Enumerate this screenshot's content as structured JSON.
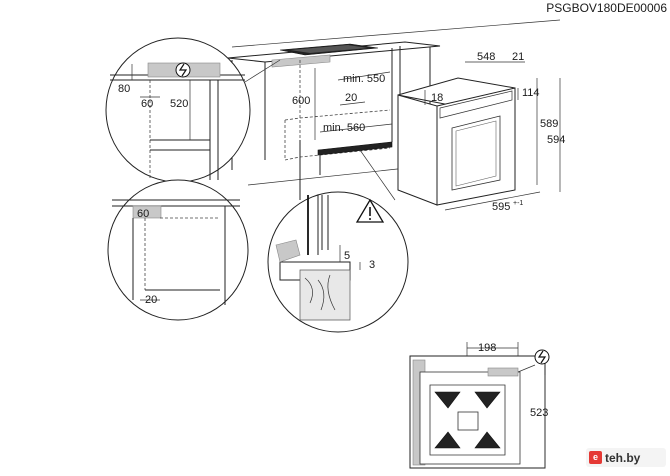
{
  "model_code": "PSGBOV180DE00006",
  "dimensions": {
    "d80": "80",
    "d60a": "60",
    "d520": "520",
    "d600": "600",
    "min550": "min. 550",
    "d20a": "20",
    "min560": "min. 560",
    "d548": "548",
    "d21": "21",
    "d18": "18",
    "d114": "114",
    "d589": "589",
    "d594": "594",
    "d595": "595",
    "d595_tol": "+-1",
    "d60b": "60",
    "d20b": "20",
    "d5": "5",
    "d3": "3",
    "d198": "198",
    "d523": "523"
  },
  "watermark": {
    "icon": "e",
    "text": "teh.by"
  },
  "icons": [
    "electric-connection-icon",
    "warning-triangle-icon"
  ]
}
